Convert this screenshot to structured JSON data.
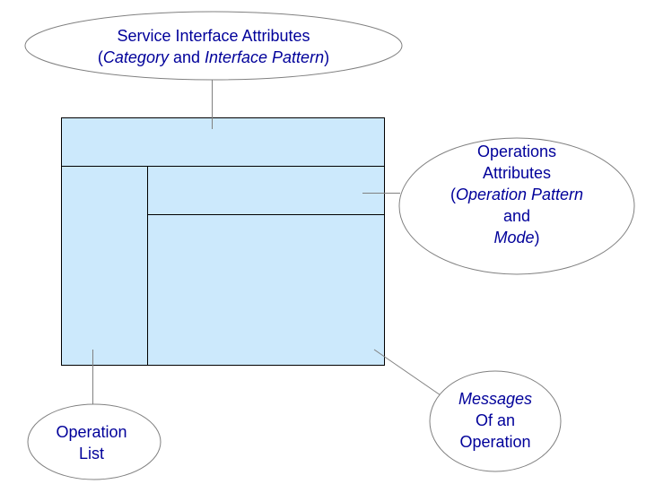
{
  "callouts": {
    "service_interface": {
      "line1": "Service Interface Attributes",
      "open_paren": "(",
      "category": "Category",
      "and": " and ",
      "interface_pattern": "Interface Pattern",
      "close_paren": ")"
    },
    "operations_attributes": {
      "line1": "Operations",
      "line2": "Attributes",
      "open_paren": "(",
      "operation_pattern": "Operation Pattern",
      "and": "and",
      "mode": "Mode",
      "close_paren": ")"
    },
    "messages": {
      "line1": "Messages",
      "line2": "Of an",
      "line3": "Operation"
    },
    "operation_list": {
      "line1": "Operation",
      "line2": "List"
    }
  },
  "colors": {
    "panel_fill": "#cce9fc",
    "stroke": "#000000",
    "ellipse_stroke": "#808080",
    "text": "#00009a"
  }
}
